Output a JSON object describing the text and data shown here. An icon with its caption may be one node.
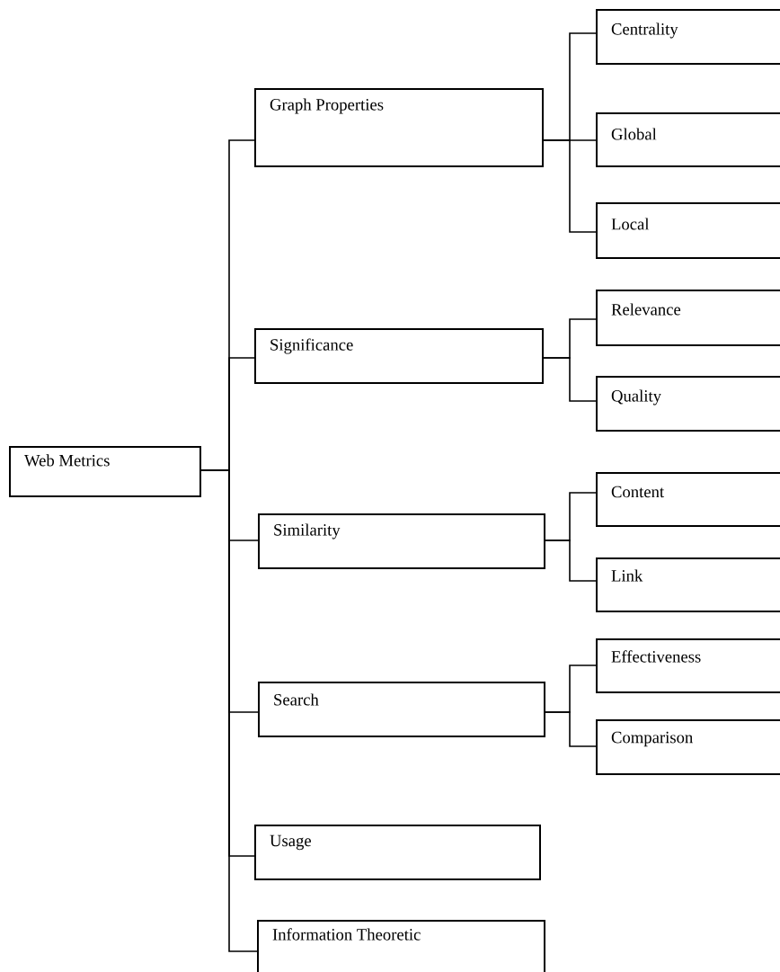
{
  "diagram": {
    "nodes": [
      {
        "text": [
          "Web Metrics"
        ]
      },
      {
        "text": [
          "Graph Properties"
        ]
      },
      {
        "text": [
          "Centrality"
        ]
      },
      {
        "text": [
          "Global"
        ]
      },
      {
        "text": [
          "Local"
        ]
      },
      {
        "text": [
          "Significance"
        ]
      },
      {
        "text": [
          "Relevance"
        ]
      },
      {
        "text": [
          "Quality"
        ]
      },
      {
        "text": [
          "Similarity"
        ]
      },
      {
        "text": [
          "Content"
        ]
      },
      {
        "text": [
          "Link"
        ]
      },
      {
        "text": [
          "Search"
        ]
      },
      {
        "text": [
          "Effectiveness"
        ]
      },
      {
        "text": [
          "Comparison"
        ]
      },
      {
        "text": [
          "Usage"
        ]
      },
      {
        "text": [
          "Information Theoretic"
        ]
      }
    ],
    "edges": [
      {
        "from": 0,
        "to": 1,
        "arrow": "none"
      },
      {
        "from": 0,
        "to": 5,
        "arrow": "none"
      },
      {
        "from": 0,
        "to": 8,
        "arrow": "none"
      },
      {
        "from": 0,
        "to": 11,
        "arrow": "none"
      },
      {
        "from": 0,
        "to": 14,
        "arrow": "none"
      },
      {
        "from": 0,
        "to": 15,
        "arrow": "none"
      },
      {
        "from": 1,
        "to": 2,
        "arrow": "none"
      },
      {
        "from": 1,
        "to": 3,
        "arrow": "none"
      },
      {
        "from": 1,
        "to": 4,
        "arrow": "none"
      },
      {
        "from": 5,
        "to": 6,
        "arrow": "none"
      },
      {
        "from": 5,
        "to": 7,
        "arrow": "none"
      },
      {
        "from": 8,
        "to": 9,
        "arrow": "none"
      },
      {
        "from": 8,
        "to": 10,
        "arrow": "none"
      },
      {
        "from": 11,
        "to": 12,
        "arrow": "none"
      },
      {
        "from": 11,
        "to": 13,
        "arrow": "none"
      }
    ]
  }
}
